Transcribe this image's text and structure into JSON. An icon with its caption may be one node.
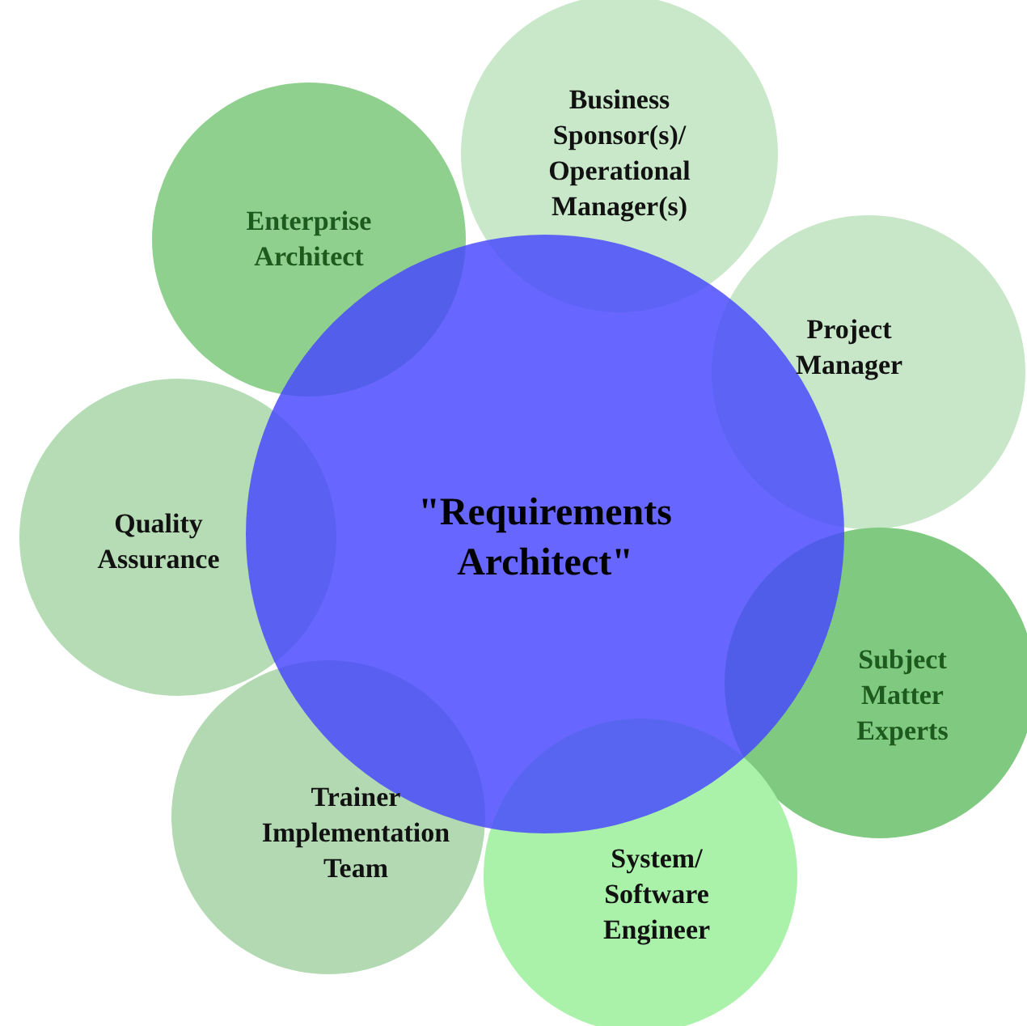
{
  "diagram": {
    "nodes": [
      {
        "text": [
          "Business Sponsor(s)/ Operational Manager(s)"
        ]
      },
      {
        "text": [
          "Enterprise Architect"
        ]
      },
      {
        "text": [
          "Project Manager"
        ]
      },
      {
        "text": [
          "Quality Assurance"
        ]
      },
      {
        "text": [
          "\"Requirements Architect\""
        ]
      },
      {
        "text": [
          "Subject Matter Experts"
        ]
      },
      {
        "text": [
          "Trainer Implementation Team"
        ]
      },
      {
        "text": [
          "System/ Software Engineer"
        ]
      }
    ]
  }
}
